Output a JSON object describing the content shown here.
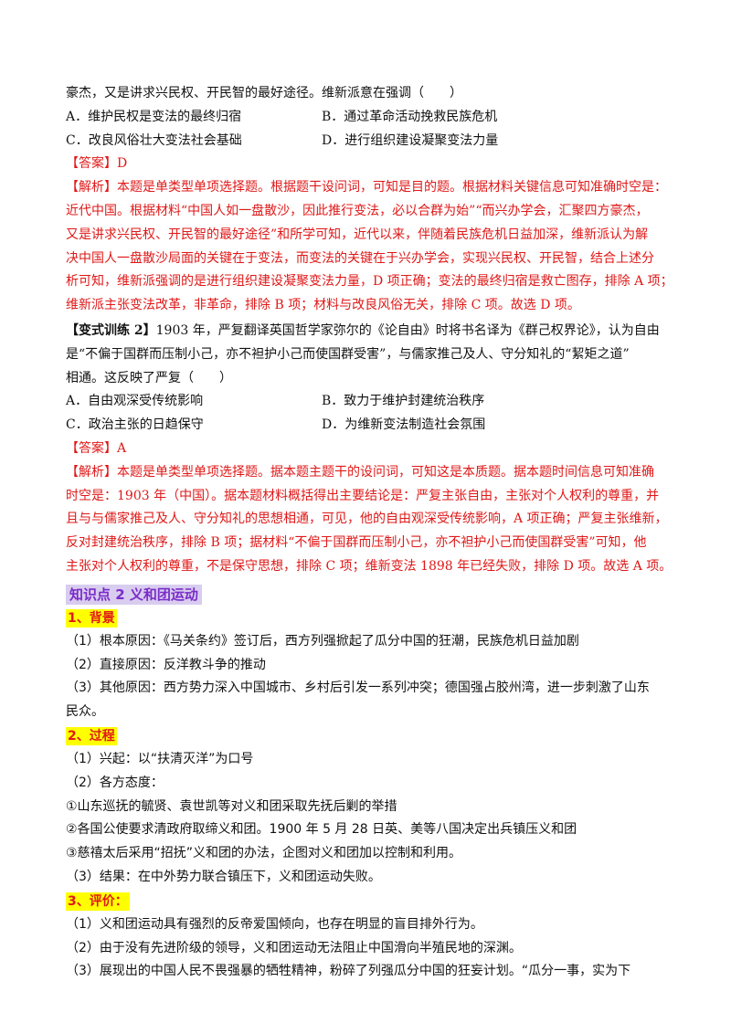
{
  "q1": {
    "stem_tail": "豪杰，又是讲求兴民权、开民智的最好途径。维新派意在强调（　　）",
    "options": [
      "A．维护民权是变法的最终归宿",
      "B．通过革命活动挽救民族危机",
      "C．改良风俗壮大变法社会基础",
      "D．进行组织建设凝聚变法力量"
    ],
    "answer": "【答案】D",
    "analysis": [
      "【解析】本题是单类型单项选择题。根据题干设问词，可知是目的题。根据材料关键信息可知准确时空是：",
      "近代中国。根据材料“中国人如一盘散沙，因此推行变法，必以合群为始”“而兴办学会，汇聚四方豪杰，",
      "又是讲求兴民权、开民智的最好途径”和所学可知，近代以来，伴随着民族危机日益加深，维新派认为解",
      "决中国人一盘散沙局面的关键在于变法，而变法的关键在于兴办学会，实现兴民权、开民智，结合上述分",
      "析可知，维新派强调的是进行组织建设凝聚变法力量，D 项正确；变法的最终归宿是救亡图存，排除 A 项；",
      "维新派主张变法改革，非革命，排除 B 项；材料与改良风俗无关，排除 C 项。故选 D 项。"
    ]
  },
  "q2": {
    "label": "【变式训练 2】",
    "stem": [
      "1903 年，严复翻译英国哲学家弥尔的《论自由》时将书名译为《群己权界论》，认为自由",
      "是“不偏于国群而压制小己，亦不袒护小己而使国群受害”，与儒家推己及人、守分知礼的“絜矩之道”",
      "相通。这反映了严复（　　）"
    ],
    "options": [
      "A．自由观深受传统影响",
      "B．致力于维护封建统治秩序",
      "C．政治主张的日趋保守",
      "D．为维新变法制造社会氛围"
    ],
    "answer": "【答案】A",
    "analysis": [
      "【解析】本题是单类型单项选择题。据本题主题干的设问词，可知这是本质题。据本题时间信息可知准确",
      "时空是：1903 年（中国）。据本题材料概括得出主要结论是：严复主张自由，主张对个人权利的尊重，并",
      "且与与儒家推己及人、守分知礼的思想相通，可见，他的自由观深受传统影响，A 项正确；严复主张维新，",
      "反对封建统治秩序，排除 B 项；据材料“不偏于国群而压制小己，亦不袒护小己而使国群受害”可知，他",
      "主张对个人权利的尊重，不是保守思想，排除 C 项；维新变法 1898 年已经失败，排除 D 项。故选 A 项。"
    ]
  },
  "kp2": {
    "title": "知识点 2  义和团运动",
    "s1": {
      "head": "1、背景",
      "items": [
        "（1）根本原因：《马关条约》签订后，西方列强掀起了瓜分中国的狂潮，民族危机日益加剧",
        "（2）直接原因：反洋教斗争的推动",
        "（3）其他原因：西方势力深入中国城市、乡村后引发一系列冲突；德国强占胶州湾，进一步刺激了山东",
        "民众。"
      ]
    },
    "s2": {
      "head": "2、过程",
      "items": [
        "（1）兴起：以“扶清灭洋”为口号",
        "（2）各方态度：",
        "①山东巡抚的毓贤、袁世凯等对义和团采取先抚后剿的举措",
        "②各国公使要求清政府取缔义和团。1900 年 5 月 28 日英、美等八国决定出兵镇压义和团",
        "③慈禧太后采用“招抚”义和团的办法，企图对义和团加以控制和利用。",
        "（3）结果：在中外势力联合镇压下，义和团运动失败。"
      ]
    },
    "s3": {
      "head": "3、评价：",
      "items": [
        "（1）义和团运动具有强烈的反帝爱国倾向，也存在明显的盲目排外行为。",
        "（2）由于没有先进阶级的领导，义和团运动无法阻止中国滑向半殖民地的深渊。",
        "（3）展现出的中国人民不畏强暴的牺牲精神，粉碎了列强瓜分中国的狂妄计划。“瓜分一事，实为下"
      ]
    }
  }
}
